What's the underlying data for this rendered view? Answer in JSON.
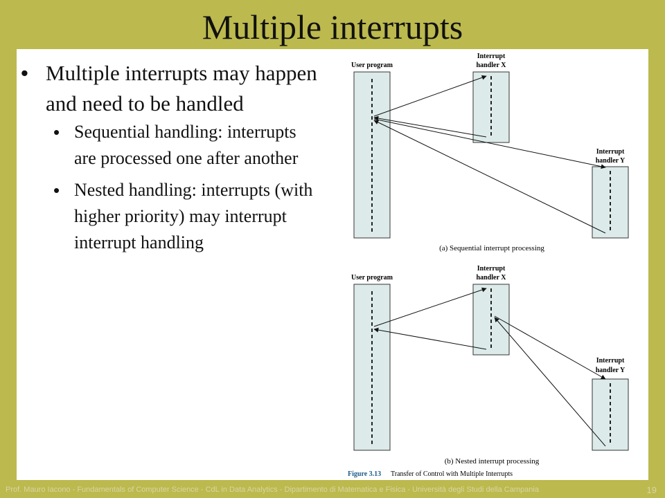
{
  "slide": {
    "title": "Multiple interrupts",
    "bullets": [
      {
        "text": "Multiple interrupts may happen and need to be handled",
        "sub": [
          "Sequential handling: interrupts are processed one after another",
          "Nested handling: interrupts (with higher priority) may interrupt interrupt handling"
        ]
      }
    ]
  },
  "figure": {
    "user_program_label": "User program",
    "handler_x_label_1": "Interrupt",
    "handler_x_label_2": "handler X",
    "handler_y_label_1": "Interrupt",
    "handler_y_label_2": "handler Y",
    "caption_a": "(a) Sequential interrupt processing",
    "caption_b": "(b) Nested interrupt processing",
    "figure_number": "Figure 3.13",
    "figure_title": "Transfer of Control with Multiple Interrupts"
  },
  "footer": {
    "text": "Prof. Mauro Iacono - Fundamentals of Computer Science - CdL in Data Analytics - Dipartimento di Matematica e Fisica - Università degli Studi della Campania",
    "page_number": "19"
  },
  "colors": {
    "background": "#bcb94e",
    "panel": "#ffffff",
    "box_fill": "#dcebea",
    "figure_number": "#1a5a8a"
  }
}
